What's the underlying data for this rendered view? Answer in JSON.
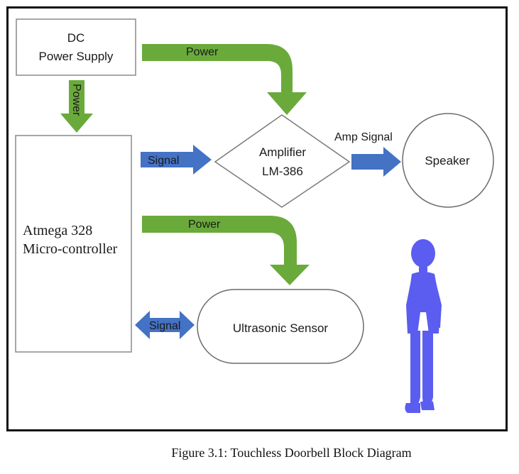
{
  "diagram": {
    "nodes": {
      "power_supply": {
        "line1": "DC",
        "line2": "Power Supply"
      },
      "amplifier": {
        "line1": "Amplifier",
        "line2": "LM-386"
      },
      "speaker": {
        "label": "Speaker"
      },
      "microcontroller": {
        "line1": "Atmega 328",
        "line2": "Micro-controller"
      },
      "ultrasonic": {
        "label": "Ultrasonic Sensor"
      }
    },
    "edges": {
      "power_to_amp": "Power",
      "power_to_mcu": "Power",
      "mcu_to_amp": "Signal",
      "amp_to_speaker": "Amp Signal",
      "mcu_to_sensor_power": "Power",
      "mcu_sensor_signal": "Signal"
    },
    "colors": {
      "power_arrow": "#6aaa3a",
      "signal_arrow": "#4472c4",
      "person": "#5b5cf0"
    },
    "figure_icon": "person-figure"
  },
  "caption": "Figure 3.1: Touchless Doorbell Block Diagram"
}
